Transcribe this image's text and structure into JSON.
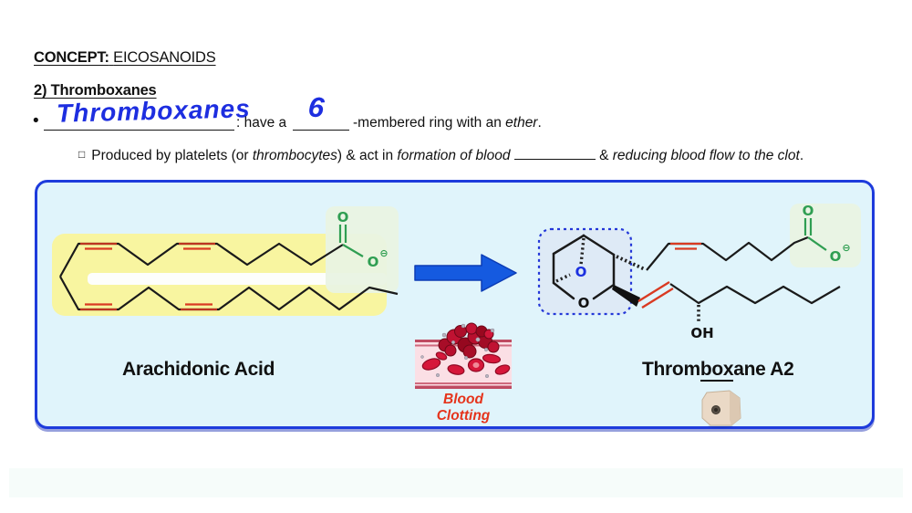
{
  "header": {
    "concept_label": "CONCEPT:",
    "concept_value": "EICOSANOIDS",
    "section_title": "2) Thromboxanes",
    "bullet_marker": "•",
    "bullet": {
      "handwritten_term": "Thromboxanes",
      "text_after_term": ": have a",
      "handwritten_answer": "6",
      "text_after_answer": "-membered ring with an",
      "italic_word": "ether",
      "period": "."
    },
    "sub_bullet": {
      "marker": "□",
      "part1": "Produced by platelets (or ",
      "italic1": "thrombocytes",
      "part2": ") & act in ",
      "italic2": "formation of blood",
      "part3": " & ",
      "italic3": "reducing blood flow to the clot",
      "period": "."
    }
  },
  "diagram": {
    "left_label": "Arachidonic Acid",
    "right_label_prefix": "Throm",
    "right_label_emphasis": "box",
    "right_label_suffix": "ane A2",
    "caption_blood": "Blood Clotting",
    "atoms": {
      "aa_carbonyl_o": "O",
      "aa_carboxylate_o": "O",
      "aa_charge": "⊖",
      "tx_ring_o_bridge": "O",
      "tx_ring_o": "O",
      "tx_carbonyl_o": "O",
      "tx_carboxylate_o": "O",
      "tx_charge": "⊖",
      "tx_hydroxyl": "OH"
    },
    "colors": {
      "box_border": "#1d3bdc",
      "box_fill": "#e0f4fb",
      "highlight_yellow": "#f8f5a0",
      "highlight_green": "#e9f3e3",
      "highlight_ring_fill": "#dde7f5",
      "bond_black": "#1a1a1a",
      "double_bond_red": "#d93a22",
      "heteroatom_green": "#2f9e52",
      "ring_oxygen_blue": "#1b30e0",
      "arrow_blue": "#155ae0",
      "handwriting_blue": "#1d2ee0",
      "caption_red": "#e5341c"
    }
  }
}
